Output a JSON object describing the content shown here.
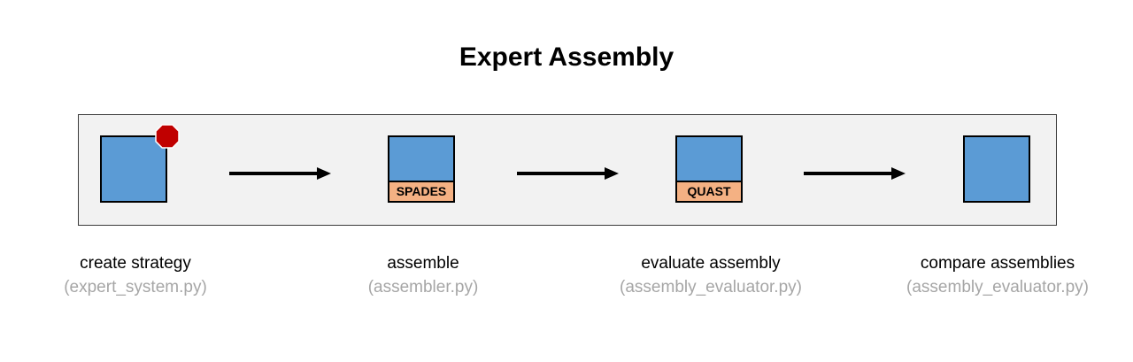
{
  "title": "Expert Assembly",
  "colors": {
    "box_fill": "#5b9bd5",
    "tool_fill": "#f4b183",
    "stop_fill": "#c00000",
    "panel_fill": "#f2f2f2",
    "file_text": "#a6a6a6"
  },
  "steps": [
    {
      "label": "create strategy",
      "file": "(expert_system.py)",
      "tool": "",
      "icon": "stop-icon"
    },
    {
      "label": "assemble",
      "file": "(assembler.py)",
      "tool": "SPADES"
    },
    {
      "label": "evaluate assembly",
      "file": "(assembly_evaluator.py)",
      "tool": "QUAST"
    },
    {
      "label": "compare assemblies",
      "file": "(assembly_evaluator.py)",
      "tool": ""
    }
  ]
}
